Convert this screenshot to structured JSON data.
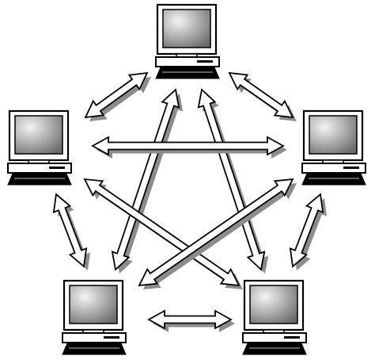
{
  "diagram": {
    "type": "mesh-network",
    "nodes": [
      {
        "id": "computer-top",
        "icon": "desktop-computer-icon"
      },
      {
        "id": "computer-left",
        "icon": "desktop-computer-icon"
      },
      {
        "id": "computer-right",
        "icon": "desktop-computer-icon"
      },
      {
        "id": "computer-bottom-left",
        "icon": "desktop-computer-icon"
      },
      {
        "id": "computer-bottom-right",
        "icon": "desktop-computer-icon"
      }
    ],
    "links": [
      {
        "from": "computer-top",
        "to": "computer-left"
      },
      {
        "from": "computer-top",
        "to": "computer-right"
      },
      {
        "from": "computer-top",
        "to": "computer-bottom-left"
      },
      {
        "from": "computer-top",
        "to": "computer-bottom-right"
      },
      {
        "from": "computer-left",
        "to": "computer-right"
      },
      {
        "from": "computer-left",
        "to": "computer-bottom-left"
      },
      {
        "from": "computer-left",
        "to": "computer-bottom-right"
      },
      {
        "from": "computer-right",
        "to": "computer-bottom-left"
      },
      {
        "from": "computer-right",
        "to": "computer-bottom-right"
      },
      {
        "from": "computer-bottom-left",
        "to": "computer-bottom-right"
      }
    ],
    "arrow_style": "double-headed, white fill, black outline, gray drop shadow",
    "colors": {
      "outline": "#000000",
      "arrow_fill": "#ffffff",
      "shadow": "#8c8c8c",
      "screen_light": "#f4f4f4",
      "screen_dark": "#6a6a6a",
      "case": "#ffffff",
      "keyboard": "#000000"
    }
  }
}
